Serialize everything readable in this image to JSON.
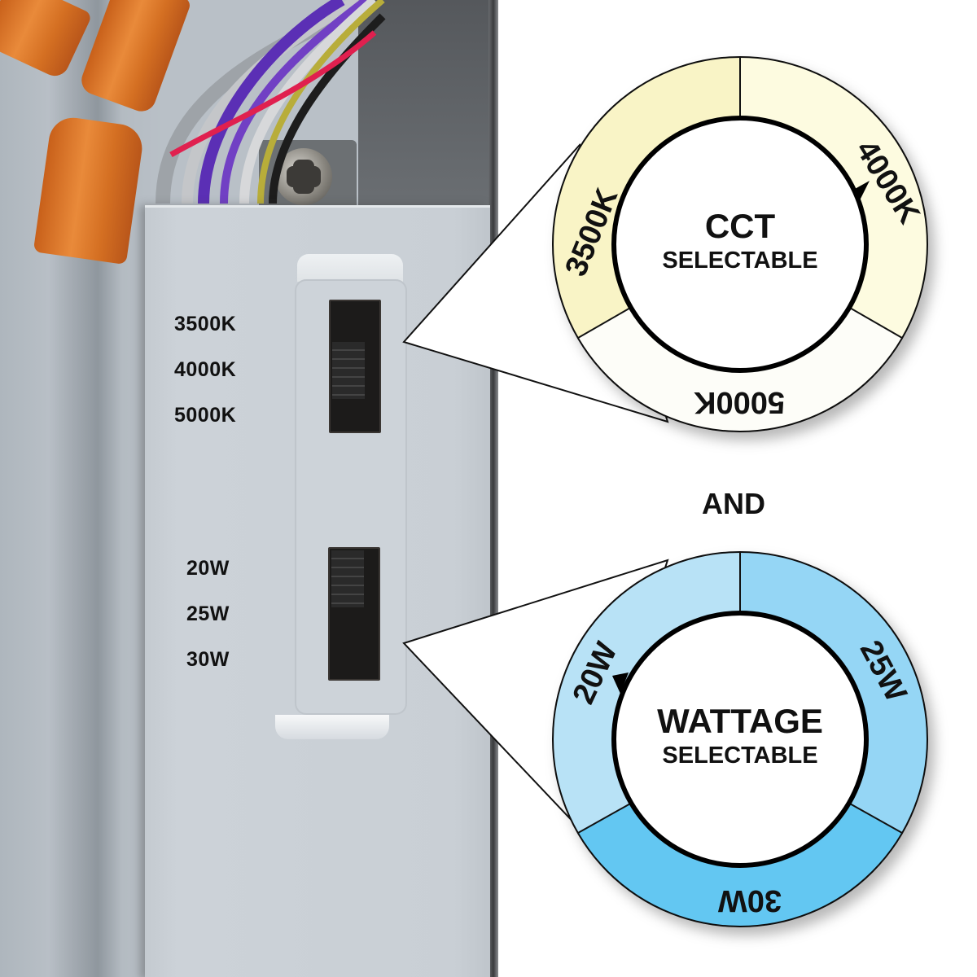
{
  "photo": {
    "cct_switch_labels": [
      "3500K",
      "4000K",
      "5000K"
    ],
    "wattage_switch_labels": [
      "20W",
      "25W",
      "30W"
    ]
  },
  "connector": "AND",
  "cct_dial": {
    "title": "CCT",
    "subtitle": "SELECTABLE",
    "segments": [
      {
        "label": "3500K",
        "color": "#f9f4c6"
      },
      {
        "label": "4000K",
        "color": "#fdfbe0"
      },
      {
        "label": "5000K",
        "color": "#fdfdf8"
      }
    ],
    "pointer_at": "4000K"
  },
  "wattage_dial": {
    "title": "WATTAGE",
    "subtitle": "SELECTABLE",
    "segments": [
      {
        "label": "20W",
        "color": "#b8e2f6"
      },
      {
        "label": "25W",
        "color": "#95d6f5"
      },
      {
        "label": "30W",
        "color": "#63c7f2"
      }
    ],
    "pointer_at": "20W"
  }
}
